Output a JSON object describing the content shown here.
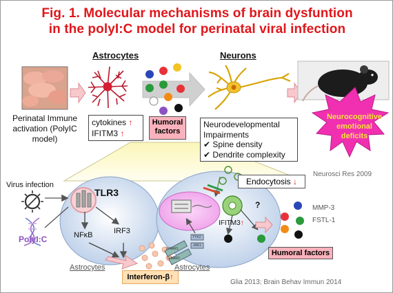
{
  "title": {
    "line1": "Fig. 1.  Molecular mechanisms of brain dysfuntion",
    "line2": "in the polyI:C model for perinatal viral infection"
  },
  "top": {
    "astrocytes_header": "Astrocytes",
    "neurons_header": "Neurons",
    "perinatal_label": "Perinatal Immune activation (PolyIC model)",
    "cytokines": "cytokines",
    "ifitm3": "IFITM3",
    "humoral_factors": "Humoral factors",
    "neurodev_title": "Neurodevelopmental Impairments",
    "spine_density": "Spine density",
    "dendrite_complexity": "Dendrite complexity",
    "starburst": "Neurocognitive emotional deficits",
    "citation": "Neurosci Res 2009"
  },
  "bottom": {
    "virus_infection": "Virus infection",
    "polyic": "PolyI:C",
    "tlr3": "TLR3",
    "nfkb": "NFκB",
    "irf3": "IRF3",
    "astrocytes_left": "Astrocytes",
    "interferon": "Interferon-β",
    "endocytosis": "Endocytosis",
    "ifitm3": "IFITM3",
    "astrocytes_right": "Astrocytes",
    "mmp3": "MMP-3",
    "fstl1": "FSTL-1",
    "humoral_factors": "Humoral factors",
    "ifnar1": "IFNAR1",
    "ifnar2": "IFNAR2",
    "tyk2": "TYK2",
    "jak1": "JAK1",
    "question": "?",
    "citation": "Glia 2013;  Brain Behav Immun 2014"
  },
  "colors": {
    "title": "#e0161b",
    "arrow_fill": "#f7c8cc",
    "arrow_stroke": "#d98b93",
    "cell": "#b9cde8",
    "nucleus": "#f1a8ee",
    "humoral_box": "#f9b2bb",
    "starburst": "#f030b0",
    "up_arrow": "#e0161b"
  }
}
